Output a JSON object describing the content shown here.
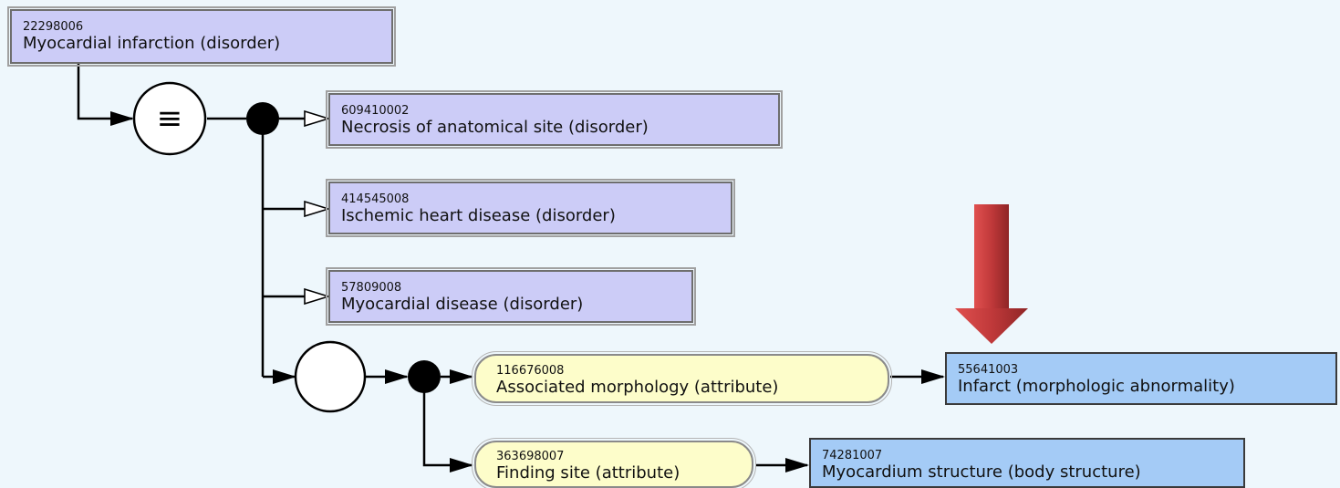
{
  "diagram": {
    "root": {
      "id": "22298006",
      "term": "Myocardial infarction (disorder)"
    },
    "equivalence_symbol": "≡",
    "parents": [
      {
        "id": "609410002",
        "term": "Necrosis of anatomical site (disorder)"
      },
      {
        "id": "414545008",
        "term": "Ischemic heart disease (disorder)"
      },
      {
        "id": "57809008",
        "term": "Myocardial disease (disorder)"
      }
    ],
    "attributes": [
      {
        "attribute": {
          "id": "116676008",
          "term": "Associated morphology (attribute)"
        },
        "value": {
          "id": "55641003",
          "term": "Infarct (morphologic abnormality)"
        }
      },
      {
        "attribute": {
          "id": "363698007",
          "term": "Finding site (attribute)"
        },
        "value": {
          "id": "74281007",
          "term": "Myocardium structure (body structure)"
        }
      }
    ]
  },
  "colors": {
    "background": "#eef7fc",
    "defined_concept": "#ccccf7",
    "primitive_concept": "#a4cbf6",
    "attribute": "#fdfdca",
    "highlight_arrow": "#c0393a"
  }
}
